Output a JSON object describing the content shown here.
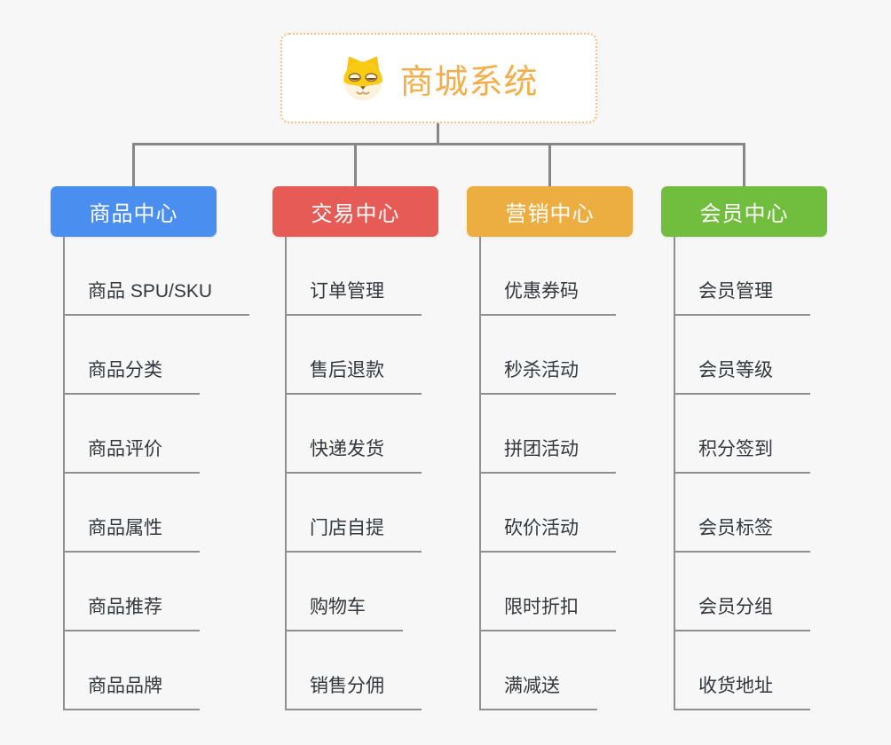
{
  "root": {
    "title": "商城系统",
    "icon": "shiba-dog-icon"
  },
  "branches": [
    {
      "label": "商品中心",
      "color": "#4A8EF0",
      "children": [
        "商品 SPU/SKU",
        "商品分类",
        "商品评价",
        "商品属性",
        "商品推荐",
        "商品品牌"
      ]
    },
    {
      "label": "交易中心",
      "color": "#E65B56",
      "children": [
        "订单管理",
        "售后退款",
        "快递发货",
        "门店自提",
        "购物车",
        "销售分佣"
      ]
    },
    {
      "label": "营销中心",
      "color": "#EDAE41",
      "children": [
        "优惠券码",
        "秒杀活动",
        "拼团活动",
        "砍价活动",
        "限时折扣",
        "满减送"
      ]
    },
    {
      "label": "会员中心",
      "color": "#71BE3E",
      "children": [
        "会员管理",
        "会员等级",
        "积分签到",
        "会员标签",
        "会员分组",
        "收货地址"
      ]
    }
  ],
  "colors": {
    "background": "#F7F7F7",
    "connector": "#878787",
    "leaf_line": "#8F8F8F",
    "leaf_text": "#33373B",
    "root_title": "#F2AE49",
    "root_border": "#F3C183"
  }
}
